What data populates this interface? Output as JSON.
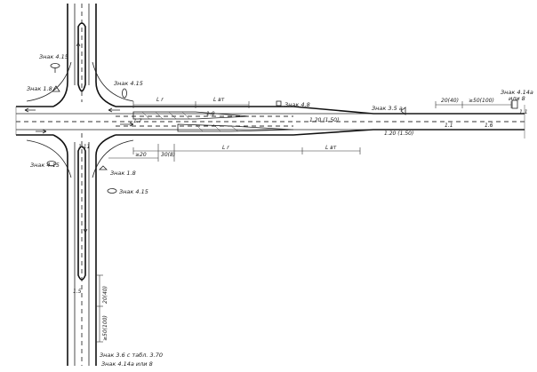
{
  "labels": {
    "sign_4_15_top": "Знак 4.15",
    "sign_1_8_left": "Знак 1.8",
    "sign_4_15_mid": "Знак 4.15",
    "sign_4_8": "Знак 4.8",
    "sign_3_5a": "Знак 3.5 а",
    "sign_4_14a": "Знак 4.14а",
    "sign_4_14a_or": "или 8",
    "sign_4_15_lower_left": "Знак 4.15",
    "sign_1_8_lower": "Знак 1.8",
    "sign_4_15_lower": "Знак 4.15",
    "bottom_sign_1": "Знак 3.6 с табл. 3.70",
    "bottom_sign_2": "Знак 4.14а или 8"
  },
  "dimensions": {
    "lr_top": "L r",
    "lbr_top": "L вт",
    "lr_bottom": "L r",
    "lbr_bottom": "L вт",
    "d20_40": "20(40)",
    "d50_100": "≥50(100)",
    "d20_bottom": "≥20",
    "d30_left": "30(8)",
    "d20_40_vert": "20(40)",
    "d50_100_vert": "≥50(100)"
  },
  "markings": {
    "m_1_20_1_50_top": "1.20 (1.50)",
    "m_1_20_1_50_bottom": "1.20 (1.50)",
    "m_1_1": "1.1",
    "m_1_6": "1.6",
    "m_1_11": "1.11",
    "m_1_7": "1.7",
    "m_1_8": "1.8",
    "m_1_5": "1.5",
    "m_1_1_right": "1.1"
  }
}
